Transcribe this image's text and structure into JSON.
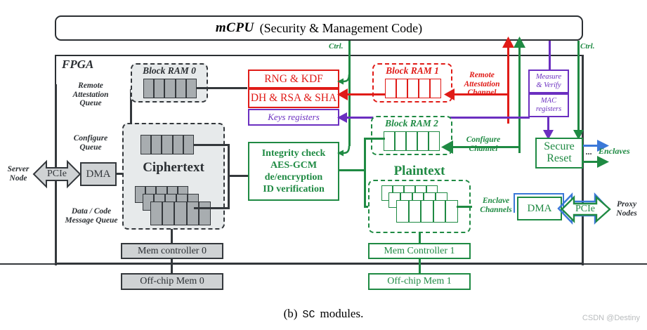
{
  "figure": {
    "caption_prefix": "(b)",
    "caption_mono": "SC",
    "caption_rest": "modules.",
    "watermark": "CSDN @Destiny"
  },
  "header": {
    "title_bold": "mCPU",
    "title_paren": "(Security & Management Code)"
  },
  "fpga": {
    "label": "FPGA"
  },
  "left": {
    "server_node": "Server\nNode",
    "pcie": "PCIe",
    "dma": "DMA",
    "queue_remote": "Remote\nAttestation\nQueue",
    "queue_configure": "Configure\nQueue",
    "queue_data": "Data / Code\nMessage Queue"
  },
  "blocks": {
    "block_ram_0": "Block RAM 0",
    "block_ram_1": "Block RAM 1",
    "block_ram_2": "Block RAM 2",
    "ciphertext": "Ciphertext",
    "plaintext": "Plaintext",
    "rng_kdf": "RNG & KDF",
    "dh_rsa_sha": "DH & RSA & SHA",
    "keys_registers": "Keys registers",
    "crypto_engine": "Integrity check\nAES-GCM\nde/encryption\nID verification",
    "measure_verify": "Measure\n& Verify",
    "mac_registers": "MAC\nregisters",
    "secure_reset": "Secure\nReset",
    "mem_controller_0": "Mem controller 0",
    "offchip_mem_0": "Off-chip Mem 0",
    "mem_controller_1": "Mem Controller 1",
    "offchip_mem_1": "Off-chip Mem 1",
    "dma_right": "DMA",
    "pcie_right": "PCIe"
  },
  "channels": {
    "ctrl_left": "Ctrl.",
    "ctrl_right": "Ctrl.",
    "remote_attestation": "Remote\nAttestation\nChannel",
    "configure": "Configure\nChannel",
    "enclave": "Enclave\nChannels",
    "enclaves": "Enclaves",
    "enclaves_dots": "...",
    "proxy_nodes": "Proxy\nNodes"
  },
  "colors": {
    "dark": "#2b2f33",
    "green": "#1f8a43",
    "red": "#e01b17",
    "purple": "#6b2fc0",
    "blue": "#3b78d8",
    "gray_fill": "#cfd2d4"
  }
}
